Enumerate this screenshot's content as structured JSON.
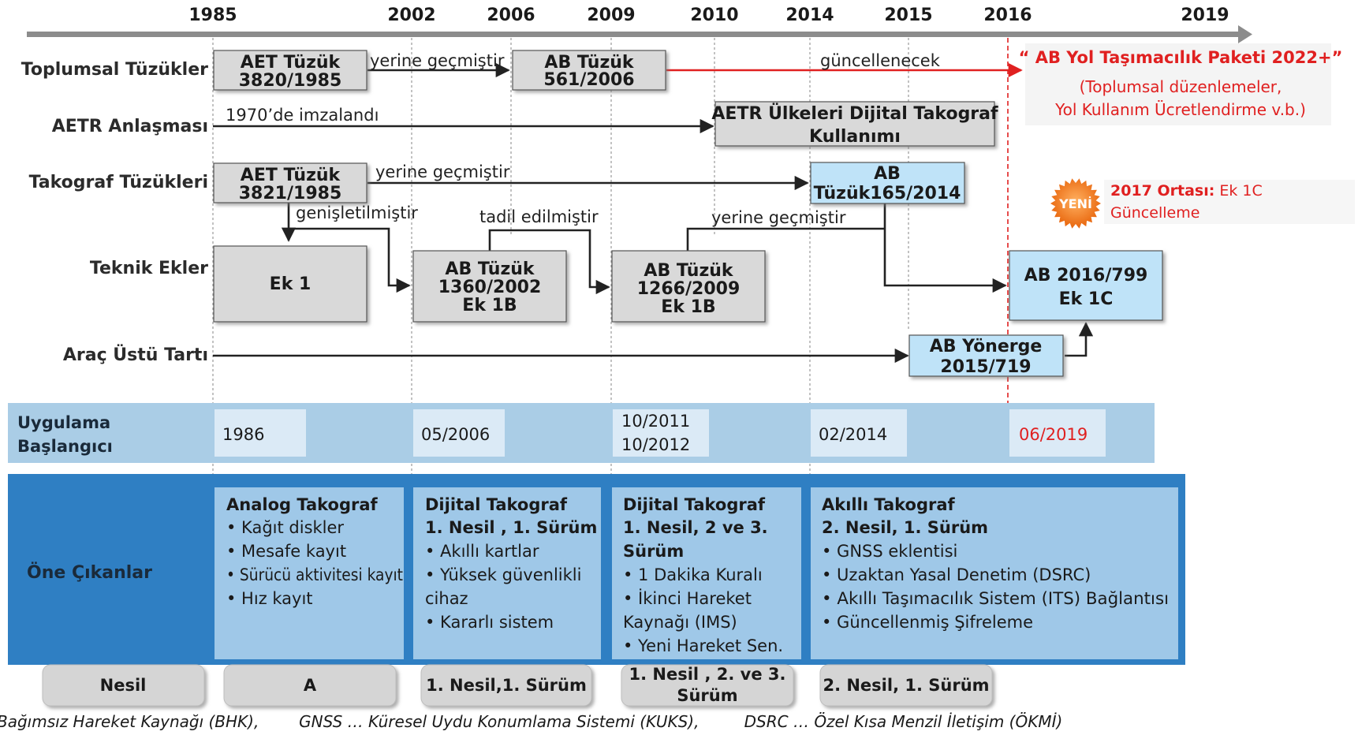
{
  "years": [
    "1985",
    "2002",
    "2006",
    "2009",
    "2010",
    "2014",
    "2015",
    "2016",
    "2019"
  ],
  "rows": {
    "toplumsal": "Toplumsal Tüzükler",
    "aetr": "AETR Anlaşması",
    "takograf": "Takograf Tüzükleri",
    "teknik": "Teknik Ekler",
    "tarti": "Araç Üstü Tartı"
  },
  "boxes": {
    "aet3820": [
      "AET Tüzük",
      "3820/1985"
    ],
    "ab561": [
      "AB Tüzük",
      "561/2006"
    ],
    "aetr_dijital": [
      "AETR Ülkeleri Dijital Takograf",
      "Kullanımı"
    ],
    "aet3821": [
      "AET Tüzük",
      "3821/1985"
    ],
    "ab165": [
      "AB",
      "Tüzük165/2014"
    ],
    "ek1": [
      "Ek 1"
    ],
    "ab1360": [
      "AB Tüzük",
      "1360/2002",
      "Ek 1B"
    ],
    "ab1266": [
      "AB Tüzük",
      "1266/2009",
      "Ek 1B"
    ],
    "ab799": [
      "AB 2016/799",
      "Ek 1C"
    ],
    "yonerge": [
      "AB Yönerge",
      "2015/719"
    ]
  },
  "arrow_labels": {
    "yerine1": "yerine geçmiştir",
    "guncellenecek": "güncellenecek",
    "imzalandi": "1970’de imzalandı",
    "yerine2": "yerine geçmiştir",
    "genisletilmistir": "genişletilmiştir",
    "tadil": "tadil edilmiştir",
    "yerine3": "yerine geçmiştir"
  },
  "paket": {
    "title": "“ AB Yol Taşımacılık Paketi  2022+”",
    "line1": "(Toplumsal düzenlemeler,",
    "line2": "Yol Kullanım Ücretlendirme v.b.)"
  },
  "yeni_badge": "YENİ",
  "update_note": {
    "bold": "2017 Ortası:",
    "rest": " Ek 1C",
    "line2": "Güncelleme"
  },
  "uygulama": {
    "label": [
      "Uygulama",
      "Başlangıcı"
    ],
    "dates": [
      [
        "1986"
      ],
      [
        "05/2006"
      ],
      [
        "10/2011",
        "10/2012"
      ],
      [
        "02/2014"
      ],
      [
        "06/2019"
      ]
    ]
  },
  "one_cikanlar": {
    "label": "Öne Çıkanlar",
    "panels": [
      {
        "title": [
          "Analog Takograf"
        ],
        "items": [
          "• Kağıt diskler",
          "• Mesafe kayıt",
          "• Sürücü aktivitesi kayıt",
          "• Hız kayıt"
        ]
      },
      {
        "title": [
          "Dijital Takograf",
          "1. Nesil , 1. Sürüm"
        ],
        "items": [
          "• Akıllı kartlar",
          "•  Yüksek güvenlikli",
          "cihaz",
          "•  Kararlı sistem"
        ]
      },
      {
        "title": [
          "Dijital Takograf",
          "1. Nesil, 2 ve 3.",
          "Sürüm"
        ],
        "items": [
          "• 1 Dakika Kuralı",
          "• İkinci Hareket",
          "Kaynağı (IMS)",
          "• Yeni Hareket Sen."
        ]
      },
      {
        "title": [
          "Akıllı Takograf",
          "2. Nesil, 1. Sürüm"
        ],
        "items": [
          "• GNSS eklentisi",
          "• Uzaktan Yasal Denetim (DSRC)",
          "• Akıllı Taşımacılık Sistem (ITS) Bağlantısı",
          "• Güncellenmiş Şifreleme"
        ]
      }
    ]
  },
  "nesil": {
    "label": "Nesil",
    "values": [
      [
        "A"
      ],
      [
        "1. Nesil,1. Sürüm"
      ],
      [
        "1. Nesil , 2. ve 3.",
        "Sürüm"
      ],
      [
        "2. Nesil, 1. Sürüm"
      ]
    ]
  },
  "footer": "Bağımsız Hareket Kaynağı (BHK),        GNSS … Küresel Uydu Konumlama Sistemi (KUKS),         DSRC … Özel Kısa Menzil İletişim (ÖKMİ)",
  "colors": {
    "gray_box": "#d9d9d9",
    "blue_box": "#bfe3f8",
    "red_accent": "#e02020",
    "band_light": "#aacde6",
    "band_dark": "#2f7fc3",
    "panel_fill": "#9fc8e8",
    "yeni_badge": "#f07d1a"
  }
}
